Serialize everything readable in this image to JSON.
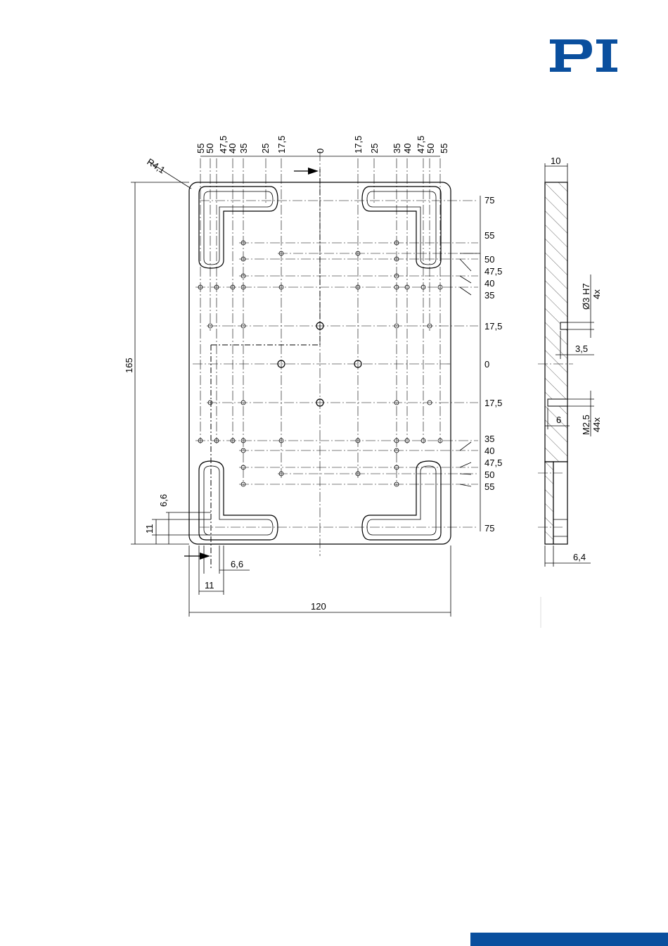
{
  "logo": {
    "text": "PI",
    "color": "#0a4f9e"
  },
  "footer": {
    "color": "#0a4f9e"
  },
  "drawing": {
    "top_labels": [
      "55",
      "50",
      "47,5",
      "40",
      "35",
      "25",
      "17,5",
      "0",
      "17,5",
      "25",
      "35",
      "40",
      "47,5",
      "50",
      "55"
    ],
    "right_labels": [
      "75",
      "55",
      "50",
      "47,5",
      "40",
      "35",
      "17,5",
      "0",
      "17,5",
      "35",
      "40",
      "47,5",
      "50",
      "55",
      "75"
    ],
    "radius_label": "R4,1",
    "height_label": "165",
    "width_label": "120",
    "slot_width_label_left": "6,6",
    "slot_offset_label_left": "11",
    "slot_width_label_bottom": "6,6",
    "slot_offset_label_bottom": "11",
    "side_thickness": "10",
    "side_pin_depth": "3,5",
    "side_pin_spec": "Ø3 H7",
    "side_pin_count": "4x",
    "side_thread_depth": "6",
    "side_thread_spec": "M2,5",
    "side_thread_count": "44x",
    "side_recess": "6,4"
  }
}
